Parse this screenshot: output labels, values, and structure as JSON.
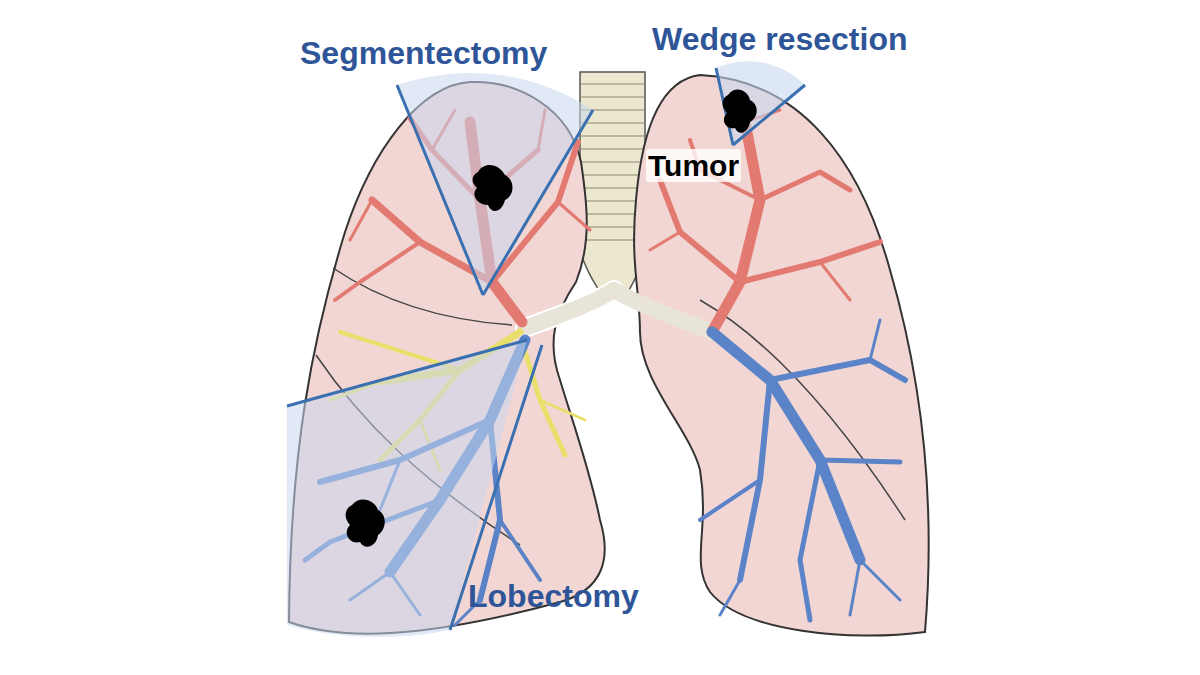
{
  "diagram": {
    "labels": [
      "Segmentectomy",
      "Wedge resection",
      "Tumor",
      "Lobectomy"
    ]
  }
}
